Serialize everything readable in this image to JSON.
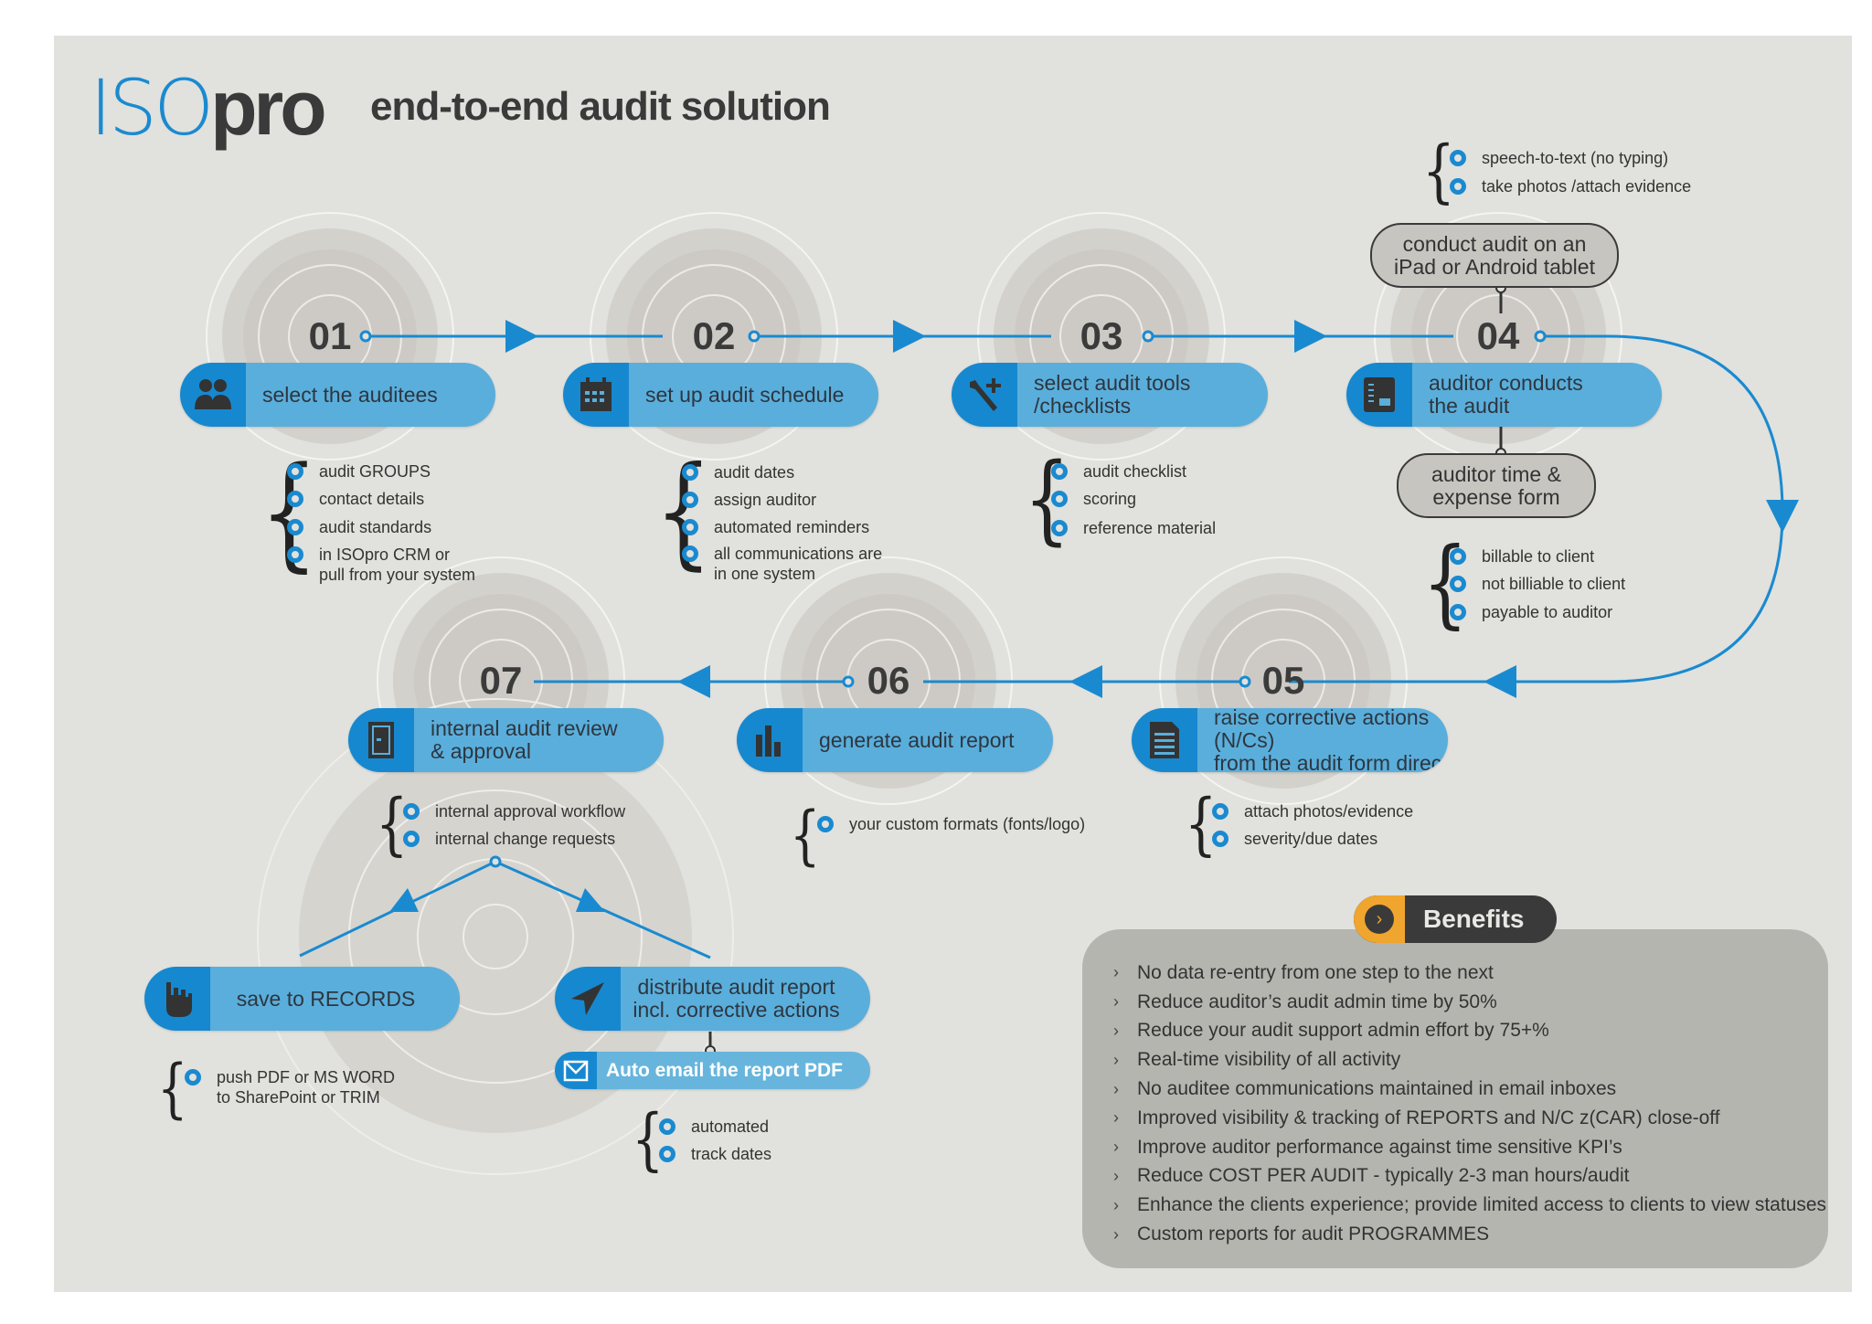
{
  "header": {
    "logo_iso": "ISO",
    "logo_pro": "pro",
    "title": "end-to-end audit solution"
  },
  "steps": [
    {
      "num": "01",
      "label": "select the auditees",
      "icon": "users-icon",
      "bullets": [
        "audit GROUPS",
        "contact details",
        "audit standards",
        "in ISOpro CRM or\npull from your system"
      ]
    },
    {
      "num": "02",
      "label": "set up audit schedule",
      "icon": "calendar-icon",
      "bullets": [
        "audit dates",
        "assign auditor",
        "automated reminders",
        "all communications are\nin one system"
      ]
    },
    {
      "num": "03",
      "label": "select audit tools\n/checklists",
      "icon": "wrench-icon",
      "bullets": [
        "audit checklist",
        "scoring",
        "reference material"
      ]
    },
    {
      "num": "04",
      "label": "auditor conducts\nthe audit",
      "icon": "tablet-icon",
      "bullets": []
    },
    {
      "num": "05",
      "label": "raise corrective actions (N/Cs)\nfrom the audit form direct",
      "icon": "form-icon",
      "bullets": [
        "attach photos/evidence",
        "severity/due dates"
      ]
    },
    {
      "num": "06",
      "label": "generate audit report",
      "icon": "bar-chart-icon",
      "bullets": [
        "your custom formats (fonts/logo)"
      ]
    },
    {
      "num": "07",
      "label": "internal audit review\n& approval",
      "icon": "door-icon",
      "bullets": [
        "internal approval workflow",
        "internal change requests"
      ]
    }
  ],
  "step4_extras": {
    "conduct_box": "conduct audit on an\niPad or Android tablet",
    "conduct_bullets": [
      "speech-to-text (no typing)",
      "take photos /attach evidence"
    ],
    "expense_box": "auditor time &\nexpense form",
    "expense_bullets": [
      "billable to client",
      "not billiable to client",
      "payable to auditor"
    ]
  },
  "branches": {
    "save": {
      "label": "save to RECORDS",
      "bullets": [
        "push PDF or MS WORD\nto SharePoint or TRIM"
      ]
    },
    "distribute": {
      "label": "distribute audit report\nincl. corrective actions"
    },
    "email": {
      "label": "Auto email the report PDF",
      "bullets": [
        "automated",
        "track dates"
      ]
    }
  },
  "benefits": {
    "title": "Benefits",
    "items": [
      "No data re-entry from one step to the next",
      "Reduce auditor’s audit admin time by 50%",
      "Reduce your audit support admin effort by 75+%",
      "Real-time visibility of all activity",
      "No auditee communications maintained in email inboxes",
      "Improved visibility & tracking of REPORTS and N/C z(CAR) close-off",
      "Improve auditor performance against time sensitive KPI’s",
      "Reduce COST PER AUDIT - typically 2-3 man hours/audit",
      "Enhance the clients experience; provide limited access to clients to view statuses",
      "Custom reports for audit PROGRAMMES"
    ]
  },
  "colors": {
    "accent": "#1a8ad0",
    "pill": "#5aaedb",
    "benefit_accent": "#f0a52e",
    "panel": "#e1e1dd"
  }
}
